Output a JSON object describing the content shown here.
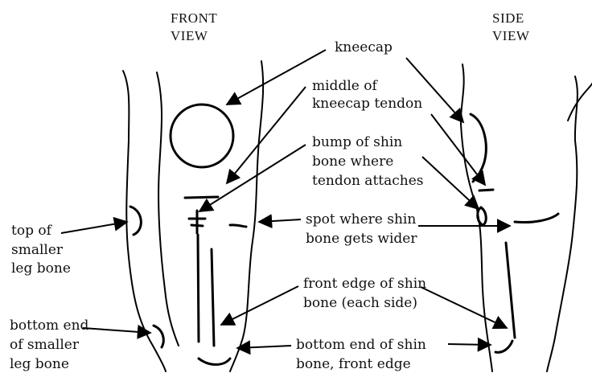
{
  "views": {
    "front": [
      "FRONT",
      "VIEW"
    ],
    "side": [
      "SIDE",
      "VIEW"
    ]
  },
  "labels": {
    "kneecap": [
      "kneecap"
    ],
    "tendon_middle": [
      "middle of",
      "kneecap tendon"
    ],
    "bump": [
      "bump of shin",
      "bone where",
      "tendon attaches"
    ],
    "top_smaller": [
      "top of",
      "smaller",
      "leg bone"
    ],
    "spot_wider": [
      "spot where shin",
      "bone gets wider"
    ],
    "front_edge": [
      "front edge of shin",
      "bone (each side)"
    ],
    "bottom_smaller": [
      "bottom end",
      "of smaller",
      "leg bone"
    ],
    "bottom_shin": [
      "bottom end of shin",
      "bone, front edge"
    ]
  }
}
